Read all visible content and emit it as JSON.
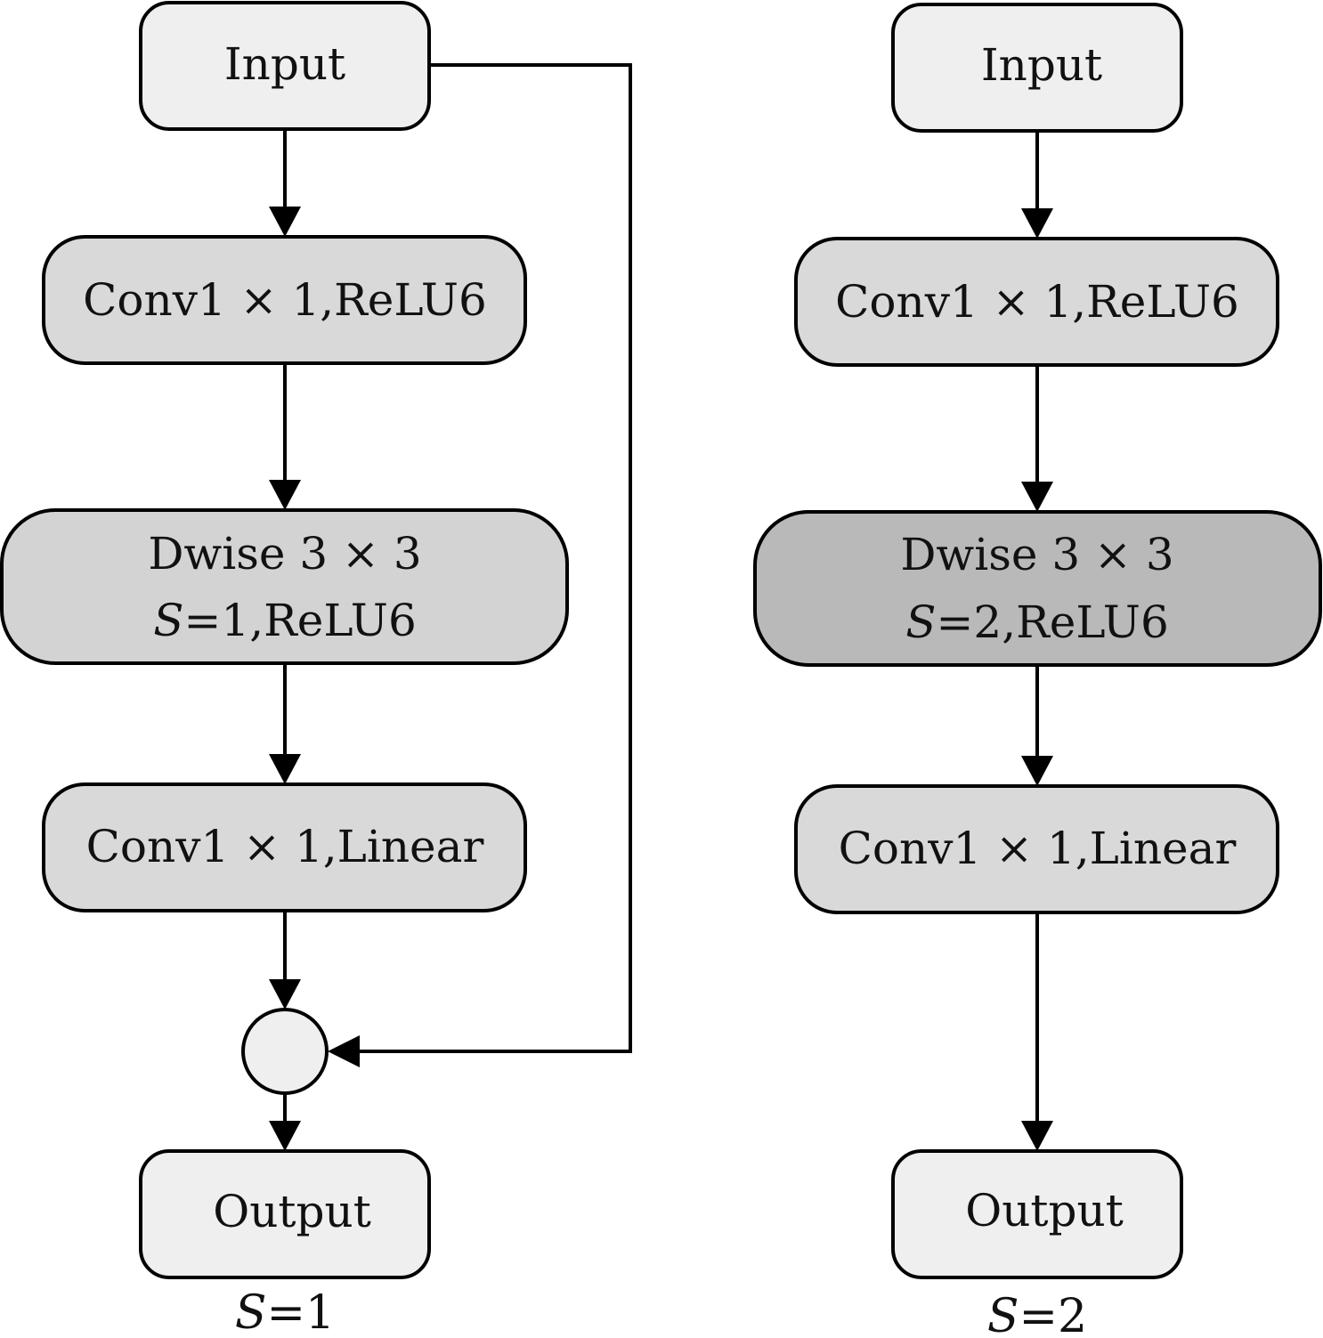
{
  "colors": {
    "stroke": "#000000",
    "io_fill": "#efefef",
    "conv_fill": "#d9d9d9",
    "dwise_s1_fill": "#d3d3d3",
    "dwise_s2_fill": "#b9b9b9",
    "add_fill": "#efefef",
    "background": "#ffffff"
  },
  "left": {
    "input": "Input",
    "conv_expand": "Conv1 × 1,ReLU6",
    "dwise_line1": "Dwise 3 × 3",
    "dwise_s": "S",
    "dwise_rest": "=1,ReLU6",
    "conv_linear": "Conv1 × 1,Linear",
    "output": "Output",
    "caption_s": "S",
    "caption_rest": "=1"
  },
  "right": {
    "input": "Input",
    "conv_expand": "Conv1 × 1,ReLU6",
    "dwise_line1": "Dwise 3 × 3",
    "dwise_s": "S",
    "dwise_rest": "=2,ReLU6",
    "conv_linear": "Conv1 × 1,Linear",
    "output": "Output",
    "caption_s": "S",
    "caption_rest": "=2"
  }
}
